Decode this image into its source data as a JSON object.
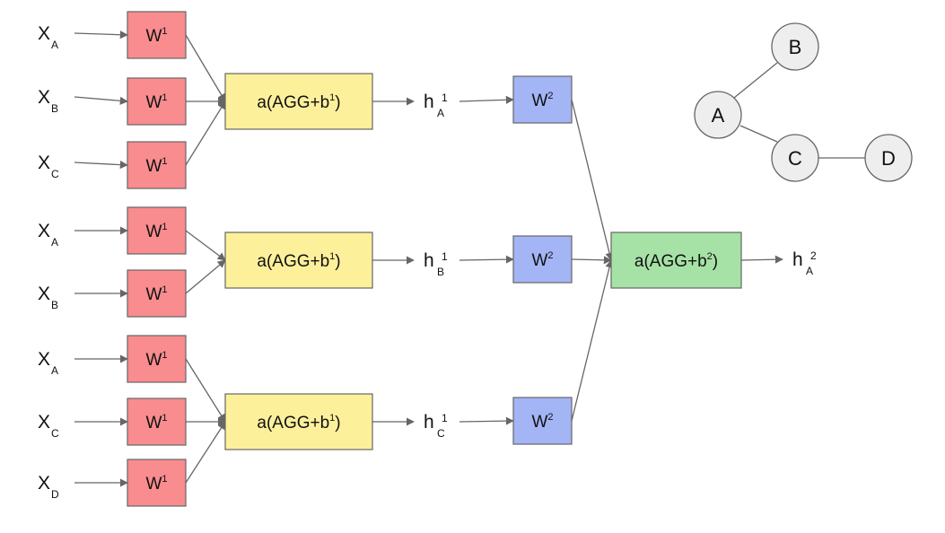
{
  "colors": {
    "w1_fill": "#f88c8f",
    "agg1_fill": "#fdf09b",
    "w2_fill": "#a3b5f5",
    "agg2_fill": "#a6e2a6",
    "node_fill": "#eeeeee",
    "stroke": "#666666"
  },
  "inputs": [
    {
      "base": "X",
      "sub": "A"
    },
    {
      "base": "X",
      "sub": "B"
    },
    {
      "base": "X",
      "sub": "C"
    },
    {
      "base": "X",
      "sub": "A"
    },
    {
      "base": "X",
      "sub": "B"
    },
    {
      "base": "X",
      "sub": "A"
    },
    {
      "base": "X",
      "sub": "C"
    },
    {
      "base": "X",
      "sub": "D"
    }
  ],
  "w1": {
    "base": "W",
    "sup": "1"
  },
  "agg1": {
    "prefix": "a(AGG+b",
    "sup": "1",
    "suffix": ")"
  },
  "hidden": [
    {
      "base": "h",
      "sub": "A",
      "sup": "1"
    },
    {
      "base": "h",
      "sub": "B",
      "sup": "1"
    },
    {
      "base": "h",
      "sub": "C",
      "sup": "1"
    }
  ],
  "w2": {
    "base": "W",
    "sup": "2"
  },
  "agg2": {
    "prefix": "a(AGG+b",
    "sup": "2",
    "suffix": ")"
  },
  "output": {
    "base": "h",
    "sub": "A",
    "sup": "2"
  },
  "graph": {
    "nodes": [
      "A",
      "B",
      "C",
      "D"
    ],
    "edges": [
      [
        "A",
        "B"
      ],
      [
        "A",
        "C"
      ],
      [
        "C",
        "D"
      ]
    ]
  }
}
